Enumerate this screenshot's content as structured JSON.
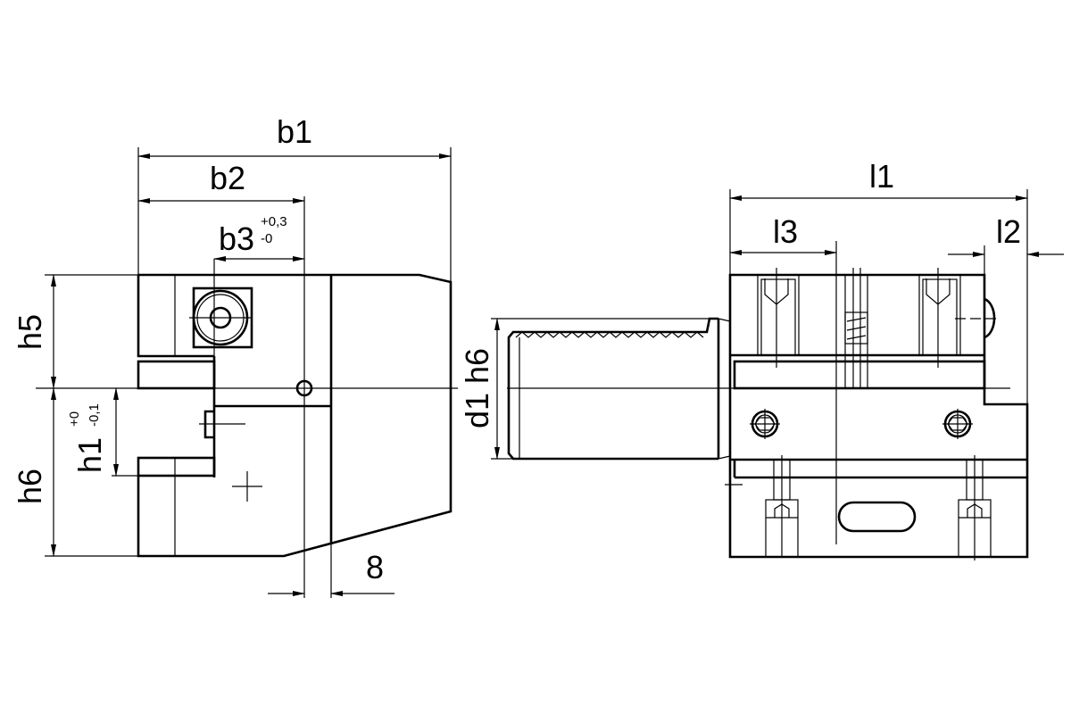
{
  "drawing": {
    "left_view": {
      "b1": "b1",
      "b2": "b2",
      "b3": "b3",
      "b3_tol_upper": "+0,3",
      "b3_tol_lower": "-0",
      "h5": "h5",
      "h6": "h6",
      "h1": "h1",
      "h1_tol_upper": "+0",
      "h1_tol_lower": "-0,1",
      "dim_8": "8"
    },
    "right_view": {
      "l1": "l1",
      "l2": "l2",
      "l3": "l3",
      "d1": "d1 h6"
    },
    "colors": {
      "line": "#000000",
      "background": "#ffffff"
    }
  }
}
